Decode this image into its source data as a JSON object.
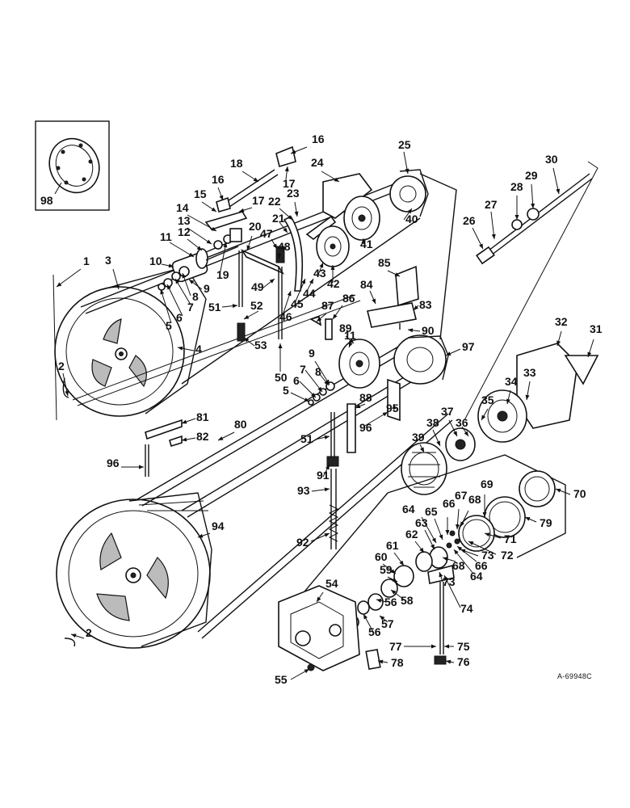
{
  "drawing_reference": "A-69948C",
  "inset_callout": "98",
  "callouts": [
    "1",
    "2",
    "2",
    "3",
    "4",
    "5",
    "5",
    "6",
    "6",
    "7",
    "7",
    "8",
    "8",
    "9",
    "9",
    "10",
    "11",
    "11",
    "12",
    "13",
    "14",
    "15",
    "16",
    "16",
    "17",
    "17",
    "18",
    "19",
    "20",
    "21",
    "22",
    "23",
    "24",
    "25",
    "26",
    "27",
    "28",
    "29",
    "30",
    "31",
    "32",
    "33",
    "34",
    "35",
    "36",
    "37",
    "38",
    "39",
    "40",
    "41",
    "42",
    "43",
    "44",
    "45",
    "46",
    "47",
    "48",
    "49",
    "50",
    "51",
    "51",
    "52",
    "53",
    "54",
    "55",
    "56",
    "56",
    "57",
    "58",
    "59",
    "60",
    "61",
    "62",
    "63",
    "64",
    "64",
    "65",
    "66",
    "66",
    "67",
    "68",
    "68",
    "69",
    "70",
    "71",
    "72",
    "73",
    "73",
    "74",
    "75",
    "76",
    "77",
    "78",
    "79",
    "80",
    "81",
    "82",
    "83",
    "84",
    "85",
    "86",
    "87",
    "88",
    "89",
    "90",
    "91",
    "92",
    "93",
    "94",
    "95",
    "96",
    "96",
    "97"
  ]
}
